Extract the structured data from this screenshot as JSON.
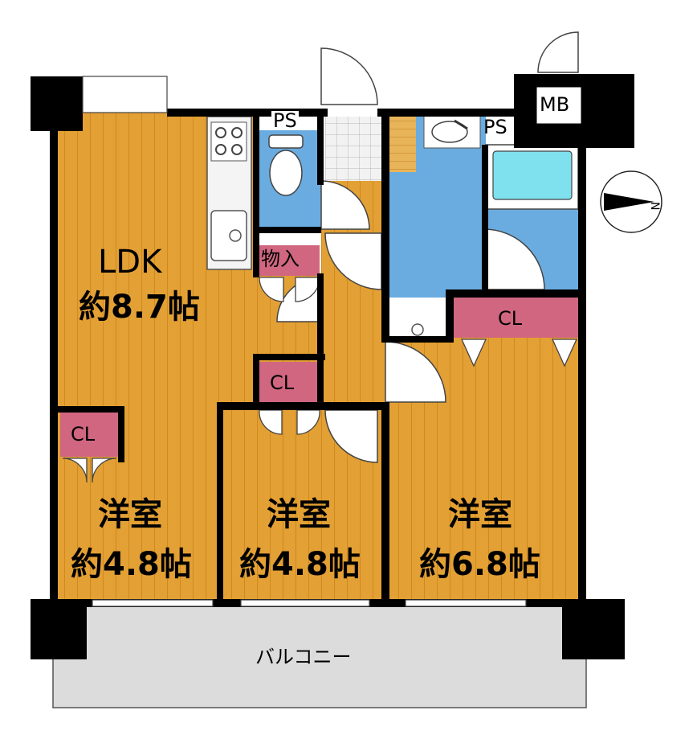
{
  "colors": {
    "floor": "#e3a034",
    "floor_stripe": "#c97f14",
    "wet": "#6aace0",
    "closet": "#d06680",
    "wall": "#000000",
    "balcony": "#dcdcdc",
    "bath_tub": "#7fe0ee"
  },
  "rooms": {
    "ldk_name": "LDK",
    "ldk_size": "約8.7帖",
    "room1_name": "洋室",
    "room1_size": "約4.8帖",
    "room2_name": "洋室",
    "room2_size": "約4.8帖",
    "room3_name": "洋室",
    "room3_size": "約6.8帖"
  },
  "labels": {
    "cl_left": "CL",
    "cl_mid": "CL",
    "cl_right": "CL",
    "storage": "物入",
    "ps_1": "PS",
    "ps_2": "PS",
    "mb": "MB",
    "balcony": "バルコニー"
  },
  "icons": {
    "compass": "north-compass-icon",
    "toilet": "toilet-icon",
    "sink": "sink-icon",
    "stove": "stove-icon",
    "bathtub": "bathtub-icon",
    "washbasin": "washbasin-icon"
  }
}
